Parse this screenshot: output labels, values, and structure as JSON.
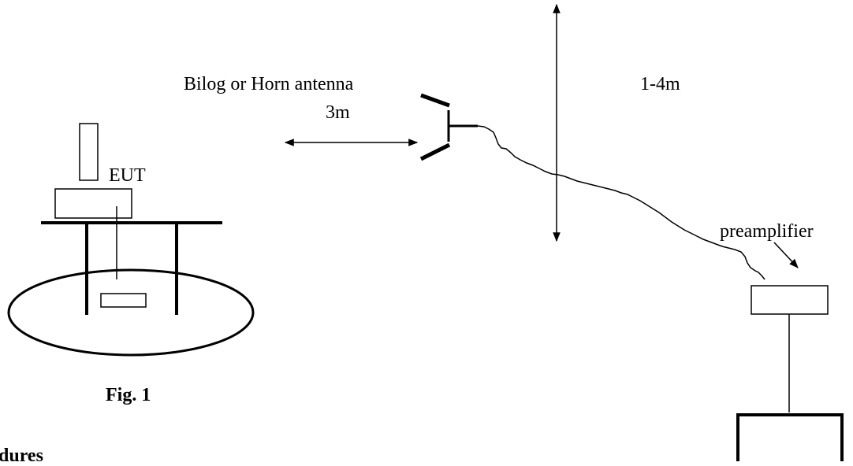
{
  "labels": {
    "antenna": "Bilog or Horn antenna",
    "distance": "3m",
    "height": "1-4m",
    "eut": "EUT",
    "preamplifier": "preamplifier",
    "figure": "Fig. 1",
    "section_partial": "dures"
  }
}
